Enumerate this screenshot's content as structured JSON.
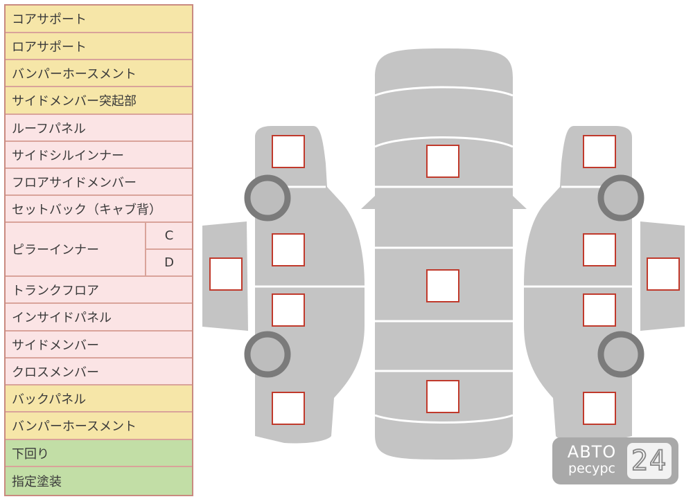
{
  "legend": {
    "rows": [
      {
        "label": "コアサポート",
        "color": "yellow"
      },
      {
        "label": "ロアサポート",
        "color": "yellow"
      },
      {
        "label": "バンパーホースメント",
        "color": "yellow"
      },
      {
        "label": "サイドメンバー突起部",
        "color": "yellow"
      },
      {
        "label": "ルーフパネル",
        "color": "pink"
      },
      {
        "label": "サイドシルインナー",
        "color": "pink"
      },
      {
        "label": "フロアサイドメンバー",
        "color": "pink"
      },
      {
        "label": "セットバック（キャブ背）",
        "color": "pink"
      },
      {
        "label": "トランクフロア",
        "color": "pink"
      },
      {
        "label": "インサイドパネル",
        "color": "pink"
      },
      {
        "label": "サイドメンバー",
        "color": "pink"
      },
      {
        "label": "クロスメンバー",
        "color": "pink"
      },
      {
        "label": "バックパネル",
        "color": "yellow"
      },
      {
        "label": "バンパーホースメント",
        "color": "yellow"
      },
      {
        "label": "下回り",
        "color": "green"
      },
      {
        "label": "指定塗装",
        "color": "green"
      }
    ],
    "pillar": {
      "label": "ピラーインナー",
      "sub": [
        "C",
        "D"
      ]
    }
  },
  "colors": {
    "yellow": "#f6e6a8",
    "pink": "#fbe4e5",
    "green": "#c2dea6",
    "body": "#c4c4c4",
    "marker_border": "#c0392b",
    "tire": "#7b7b7b"
  },
  "watermark": {
    "brand": "АВТО",
    "sub": "ресурс",
    "number": "24"
  }
}
